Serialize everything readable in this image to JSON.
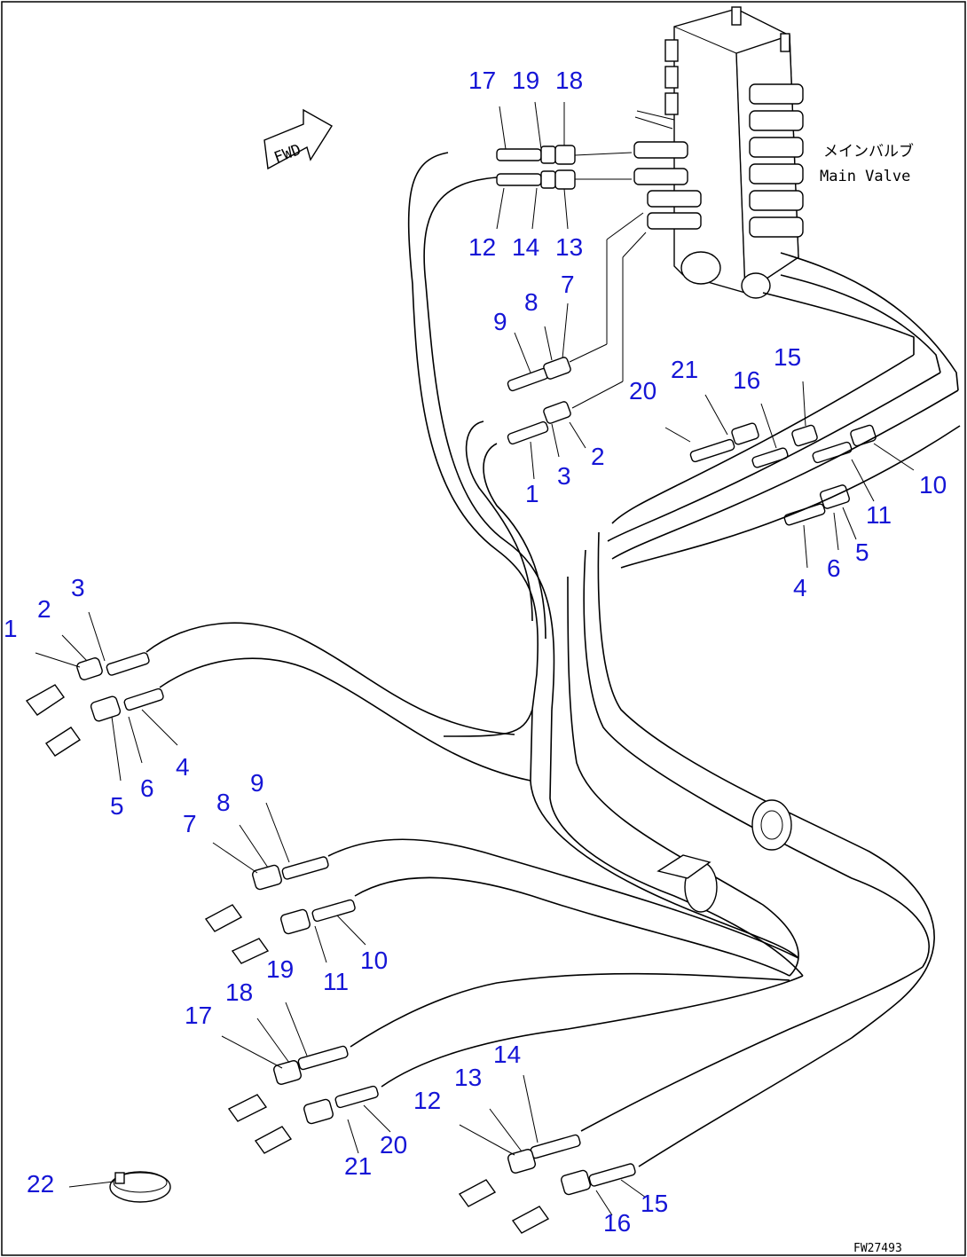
{
  "drawing": {
    "fwd_label": "FWD",
    "main_valve_jp": "メインバルブ",
    "main_valve_en": "Main Valve",
    "drawing_code": "FW27493"
  },
  "callouts": {
    "t17": "17",
    "t19": "19",
    "t18": "18",
    "t12": "12",
    "t14": "14",
    "t13": "13",
    "t9": "9",
    "t8": "8",
    "t7": "7",
    "t1": "1",
    "t3": "3",
    "t2": "2",
    "t20": "20",
    "t21": "21",
    "t16": "16",
    "t15": "15",
    "t10": "10",
    "t11": "11",
    "t5": "5",
    "t6": "6",
    "t4": "4",
    "l1": "1",
    "l2": "2",
    "l3": "3",
    "l4": "4",
    "l5": "5",
    "l6": "6",
    "m7": "7",
    "m8": "8",
    "m9": "9",
    "m10": "10",
    "m11": "11",
    "n17": "17",
    "n18": "18",
    "n19": "19",
    "n20": "20",
    "n21": "21",
    "o12": "12",
    "o13": "13",
    "o14": "14",
    "o15": "15",
    "o16": "16",
    "p22": "22"
  },
  "colors": {
    "callout": "#1515d6",
    "line": "#000000",
    "background": "#ffffff"
  }
}
